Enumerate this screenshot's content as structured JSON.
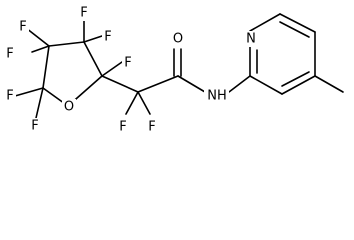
{
  "molecule": {
    "labels": {
      "f_top_left": "F",
      "f_top_right": "F",
      "f_mid_left": "F",
      "f_mid_right": "F",
      "f_alpha": "F",
      "f_low_left_1": "F",
      "f_low_left_2": "F",
      "f_cf2_left": "F",
      "f_cf2_right": "F",
      "ring_oxygen": "O",
      "carbonyl_oxygen": "O",
      "amide_nh": "NH",
      "pyridine_n": "N"
    },
    "colors": {
      "bond": "#000000",
      "label": "#000000",
      "background": "#ffffff"
    }
  }
}
